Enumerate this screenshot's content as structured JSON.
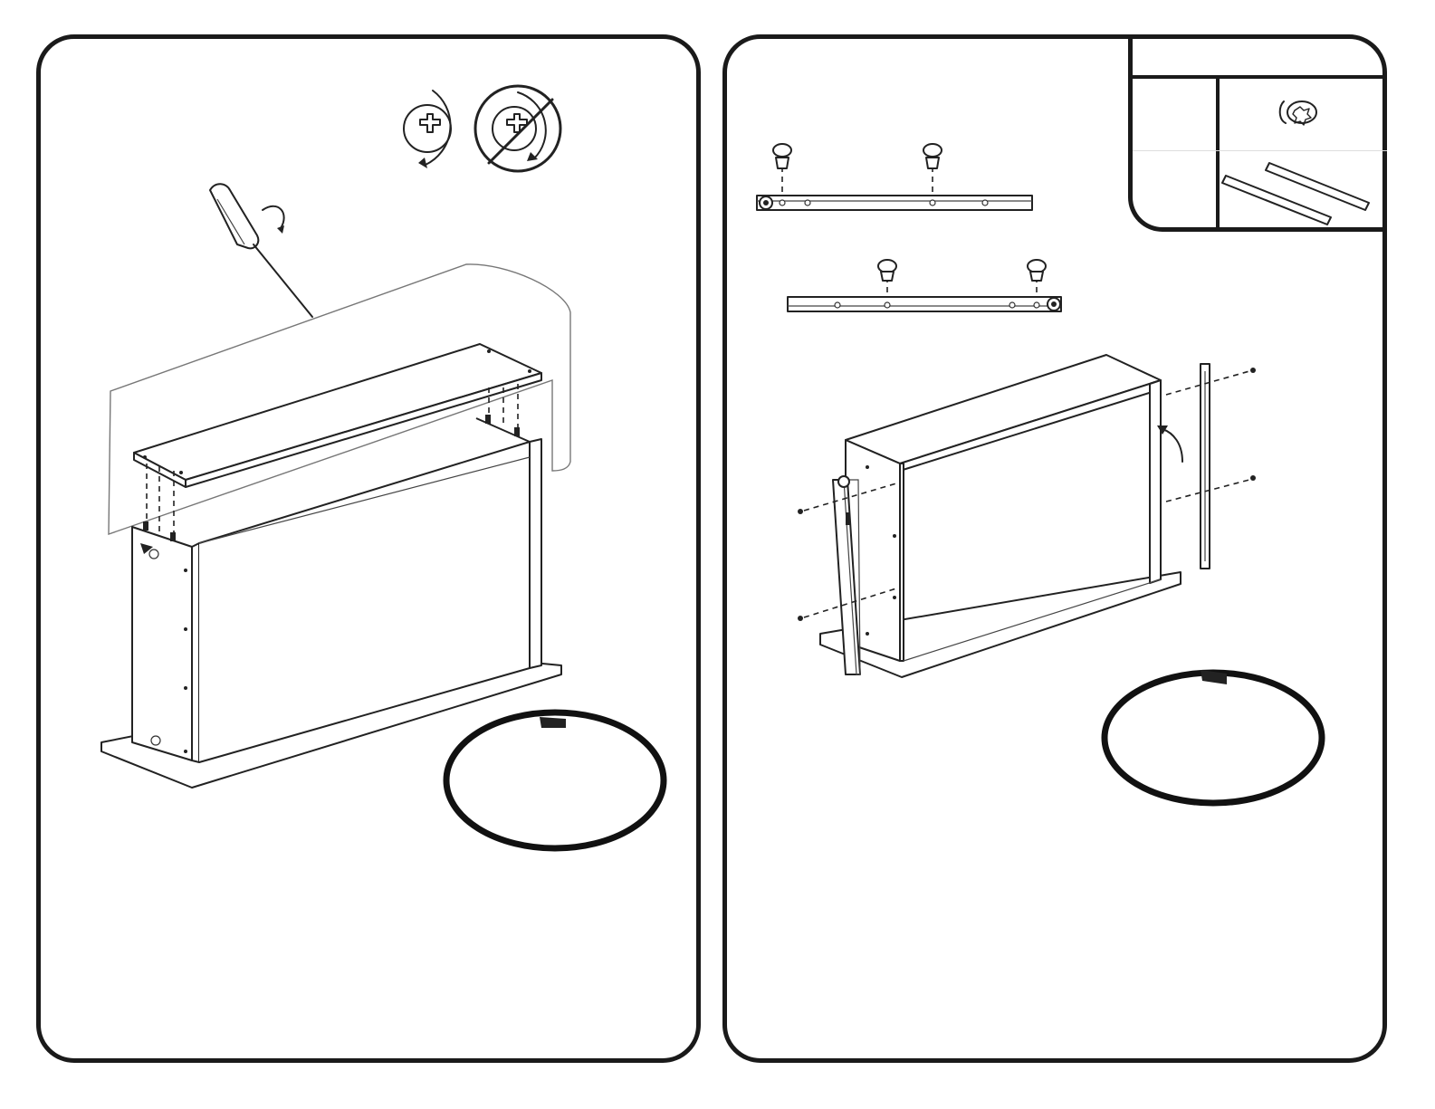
{
  "page": {
    "panels": [
      {
        "id": "left",
        "content": "step-attach-top-panel"
      },
      {
        "id": "right",
        "content": "step-attach-drawer-slides"
      }
    ]
  },
  "icons": {
    "screwdriver": "screwdriver-icon",
    "rotate_correct": "rotate-clockwise-icon",
    "rotate_wrong": "rotate-wrong-icon",
    "screw": "screw-icon",
    "slide_rail": "slide-rail-icon"
  },
  "colors": {
    "line": "#222222",
    "panel_border": "#1a1a1a",
    "background": "#ffffff"
  }
}
